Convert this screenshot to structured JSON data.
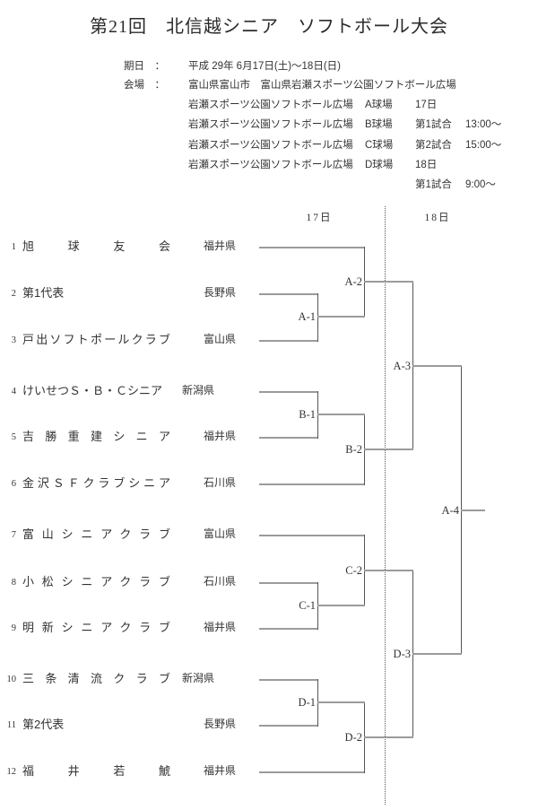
{
  "title": "第21回　北信越シニア　ソフトボール大会",
  "meta": {
    "date_label": "期日　：",
    "date_value": "平成 29年 6月17日(土)～18日(日)",
    "venue_label": "会場　：",
    "venue_value": "富山県富山市　富山県岩瀬スポーツ公園ソフトボール広場",
    "schedule": [
      {
        "venue": "岩瀬スポーツ公園ソフトボール広場",
        "court": "A球場",
        "note": "17日",
        "time": ""
      },
      {
        "venue": "岩瀬スポーツ公園ソフトボール広場",
        "court": "B球場",
        "note": "第1試合",
        "time": "13:00～"
      },
      {
        "venue": "岩瀬スポーツ公園ソフトボール広場",
        "court": "C球場",
        "note": "第2試合",
        "time": "15:00～"
      },
      {
        "venue": "岩瀬スポーツ公園ソフトボール広場",
        "court": "D球場",
        "note": "18日",
        "time": ""
      },
      {
        "venue": "",
        "court": "",
        "note": "第1試合",
        "time": "9:00～"
      }
    ]
  },
  "bracket": {
    "day_headers": [
      "17日",
      "18日"
    ],
    "teams": [
      {
        "no": "1",
        "name": "旭球友会",
        "pref": "福井県",
        "spread": true
      },
      {
        "no": "2",
        "name": "第1代表",
        "pref": "長野県",
        "spread": false
      },
      {
        "no": "3",
        "name": "戸出ソフトポールクラブ",
        "pref": "富山県",
        "spread": true
      },
      {
        "no": "4",
        "name": "けいせつＳ・Ｂ・Ｃシニア",
        "pref": "新潟県",
        "spread": false
      },
      {
        "no": "5",
        "name": "吉勝重建シニア",
        "pref": "福井県",
        "spread": true
      },
      {
        "no": "6",
        "name": "金沢ＳＦクラブシニア",
        "pref": "石川県",
        "spread": true
      },
      {
        "no": "7",
        "name": "富山シニアクラブ",
        "pref": "富山県",
        "spread": true
      },
      {
        "no": "8",
        "name": "小松シニアクラブ",
        "pref": "石川県",
        "spread": true
      },
      {
        "no": "9",
        "name": "明新シニアクラブ",
        "pref": "福井県",
        "spread": true
      },
      {
        "no": "10",
        "name": "三条清流クラブ",
        "pref": "新潟県",
        "spread": true
      },
      {
        "no": "11",
        "name": "第2代表",
        "pref": "長野県",
        "spread": false
      },
      {
        "no": "12",
        "name": "福井若鯱",
        "pref": "福井県",
        "spread": true
      }
    ],
    "matches": [
      "A-1",
      "B-1",
      "C-1",
      "D-1",
      "A-2",
      "B-2",
      "C-2",
      "D-2",
      "A-3",
      "D-3",
      "A-4"
    ]
  },
  "colors": {
    "text": "#333333",
    "horizontal_line": "#9b9b9b",
    "vertical_line": "#555555",
    "separator_dots": "#555555"
  }
}
